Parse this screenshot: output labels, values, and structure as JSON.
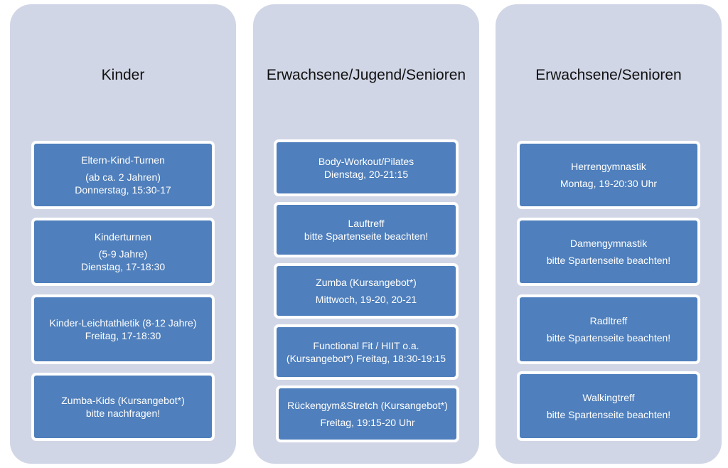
{
  "columns": [
    {
      "title": "Kinder",
      "items": [
        {
          "lines": [
            "Eltern-Kind-Turnen",
            "(ab ca. 2 Jahren)",
            "Donnerstag, 15:30-17"
          ]
        },
        {
          "lines": [
            "Kinderturnen",
            "(5-9 Jahre)",
            "Dienstag, 17-18:30"
          ]
        },
        {
          "lines": [
            "Kinder-Leichtathletik (8-12 Jahre)",
            "Freitag, 17-18:30"
          ]
        },
        {
          "lines": [
            "Zumba-Kids (Kursangebot*)",
            "bitte nachfragen!"
          ]
        }
      ]
    },
    {
      "title": "Erwachsene/Jugend/Senioren",
      "items": [
        {
          "lines": [
            "Body-Workout/Pilates",
            "Dienstag, 20-21:15"
          ]
        },
        {
          "lines": [
            "Lauftreff",
            "bitte Spartenseite beachten!"
          ]
        },
        {
          "lines": [
            "Zumba (Kursangebot*)",
            "Mittwoch, 19-20, 20-21"
          ]
        },
        {
          "lines": [
            "Functional Fit  / HIIT o.a.",
            "(Kursangebot*) Freitag, 18:30-19:15"
          ]
        },
        {
          "lines": [
            "Rückengym&Stretch (Kursangebot*)",
            "Freitag, 19:15-20 Uhr"
          ]
        }
      ]
    },
    {
      "title": "Erwachsene/Senioren",
      "items": [
        {
          "lines": [
            "Herrengymnastik",
            "Montag, 19-20:30 Uhr"
          ]
        },
        {
          "lines": [
            "Damengymnastik",
            "bitte Spartenseite beachten!"
          ]
        },
        {
          "lines": [
            "Radltreff",
            "bitte Spartenseite beachten!"
          ]
        },
        {
          "lines": [
            "Walkingtreff",
            "bitte Spartenseite beachten!"
          ]
        }
      ]
    }
  ],
  "colors": {
    "panel": "#d1d6e6",
    "box": "#4f7fbc",
    "box_text": "#ffffff",
    "title_text": "#111111"
  }
}
